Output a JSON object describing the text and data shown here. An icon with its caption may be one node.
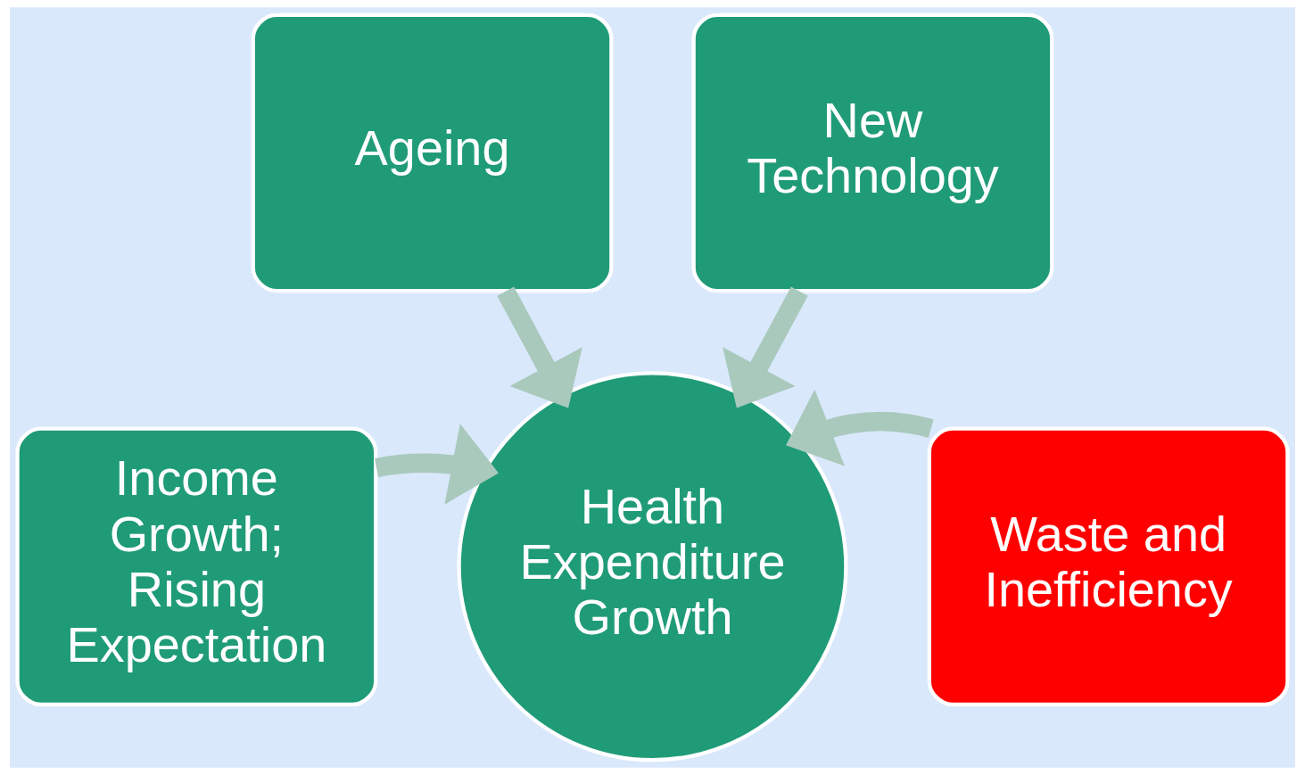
{
  "diagram": {
    "nodes": [
      {
        "text": [
          "Ageing"
        ]
      },
      {
        "text": [
          "New Technology"
        ]
      },
      {
        "text": [
          "Income Growth; Rising Expectation"
        ]
      },
      {
        "text": [
          "Health Expenditure Growth"
        ]
      },
      {
        "text": [
          "Waste and Inefficiency"
        ]
      }
    ],
    "edges": [
      {
        "from": 0,
        "to": 3,
        "arrow": "to"
      },
      {
        "from": 1,
        "to": 3,
        "arrow": "to"
      },
      {
        "from": 2,
        "to": 3,
        "arrow": "to"
      },
      {
        "from": 4,
        "to": 3,
        "arrow": "to"
      }
    ]
  }
}
